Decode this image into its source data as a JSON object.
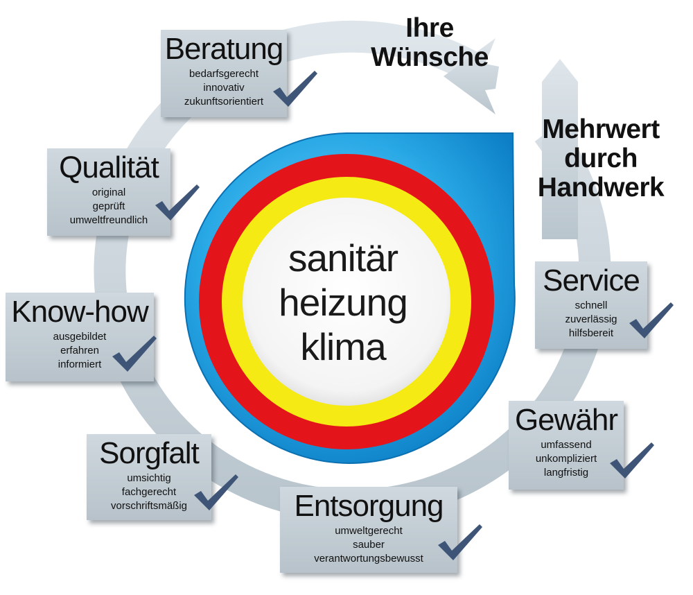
{
  "headings": {
    "wishes_line1": "Ihre",
    "wishes_line2": "Wünsche",
    "value_line1": "Mehrwert",
    "value_line2": "durch",
    "value_line3": "Handwerk"
  },
  "center": {
    "line1": "sanitär",
    "line2": "heizung",
    "line3": "klima"
  },
  "colors": {
    "blue": "#1f9fe2",
    "red": "#e4141b",
    "yellow": "#f5ea14",
    "arrow_gray": "#c7d1d8",
    "check": "#3f5578"
  },
  "boxes": [
    {
      "title": "Beratung",
      "lines": [
        "bedarfsgerecht",
        "innovativ",
        "zukunftsorientiert"
      ]
    },
    {
      "title": "Qualität",
      "lines": [
        "original",
        "geprüft",
        "umweltfreundlich"
      ]
    },
    {
      "title": "Know-how",
      "lines": [
        "ausgebildet",
        "erfahren",
        "informiert"
      ]
    },
    {
      "title": "Sorgfalt",
      "lines": [
        "umsichtig",
        "fachgerecht",
        "vorschriftsmäßig"
      ]
    },
    {
      "title": "Entsorgung",
      "lines": [
        "umweltgerecht",
        "sauber",
        "verantwortungsbewusst"
      ]
    },
    {
      "title": "Gewähr",
      "lines": [
        "umfassend",
        "unkompliziert",
        "langfristig"
      ]
    },
    {
      "title": "Service",
      "lines": [
        "schnell",
        "zuverlässig",
        "hilfsbereit"
      ]
    }
  ]
}
